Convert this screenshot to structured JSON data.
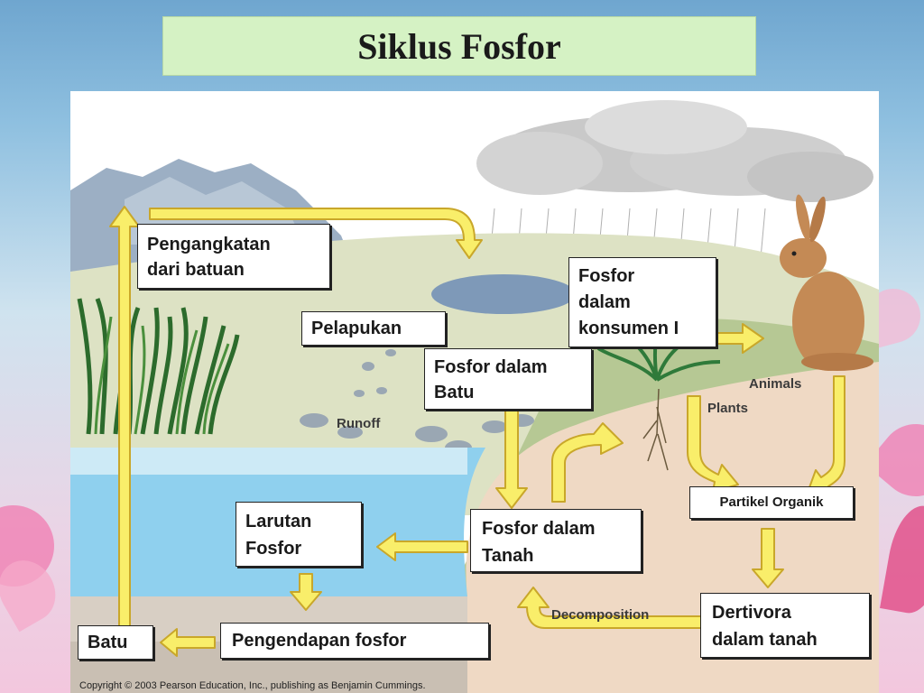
{
  "slide": {
    "title": "Siklus Fosfor"
  },
  "diagram": {
    "boxes": {
      "uplift": "Pengangkatan\ndari batuan",
      "weathering": "Pelapukan",
      "consumer": "Fosfor\ndalam\nkonsumen I",
      "rock_phosphorus": "Fosfor dalam\nBatu",
      "dissolved": "Larutan\nFosfor",
      "soil_phosphorus": "Fosfor dalam\nTanah",
      "organic_particles": "Partikel Organik",
      "detritivores": "Dertivora\ndalam tanah",
      "sedimentation": "Pengendapan fosfor",
      "rock": "Batu"
    },
    "figure_labels": {
      "runoff": "Runoff",
      "animals": "Animals",
      "plants": "Plants",
      "decomposition": "Decomposition"
    },
    "copyright": "Copyright © 2003 Pearson Education, Inc., publishing as Benjamin Cummings."
  },
  "colors": {
    "arrow_fill": "#f9ee6a",
    "arrow_stroke": "#c9a72a",
    "title_bg": "#d5f2c4",
    "water": "#8fd0ee",
    "ground": "#efd9c4"
  },
  "icons": [
    "rain-cloud-icon",
    "rabbit-icon",
    "plant-icon",
    "reeds-icon",
    "mountains-icon"
  ]
}
